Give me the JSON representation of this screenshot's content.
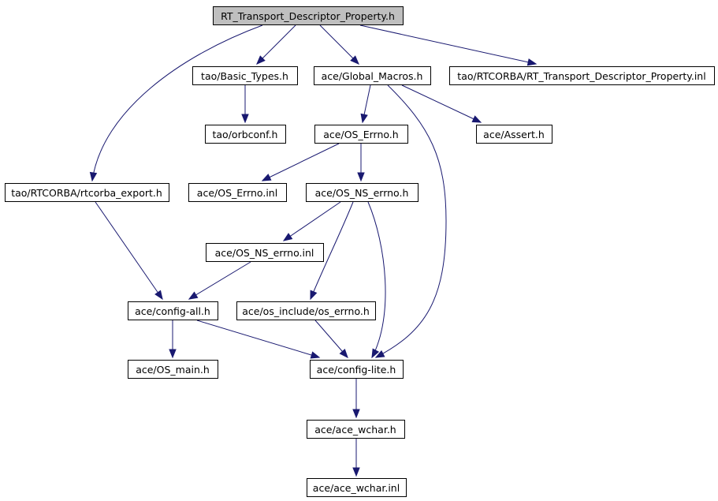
{
  "graph": {
    "edge_color": "#191970",
    "root_fill": "#bfbfbf",
    "nodes": [
      {
        "id": "n0",
        "label": "RT_Transport_Descriptor_Property.h"
      },
      {
        "id": "n1",
        "label": "tao/Basic_Types.h"
      },
      {
        "id": "n2",
        "label": "ace/Global_Macros.h"
      },
      {
        "id": "n3",
        "label": "tao/RTCORBA/RT_Transport_Descriptor_Property.inl"
      },
      {
        "id": "n4",
        "label": "tao/orbconf.h"
      },
      {
        "id": "n5",
        "label": "ace/OS_Errno.h"
      },
      {
        "id": "n6",
        "label": "ace/Assert.h"
      },
      {
        "id": "n7",
        "label": "tao/RTCORBA/rtcorba_export.h"
      },
      {
        "id": "n8",
        "label": "ace/OS_Errno.inl"
      },
      {
        "id": "n9",
        "label": "ace/OS_NS_errno.h"
      },
      {
        "id": "n10",
        "label": "ace/OS_NS_errno.inl"
      },
      {
        "id": "n11",
        "label": "ace/config-all.h"
      },
      {
        "id": "n12",
        "label": "ace/os_include/os_errno.h"
      },
      {
        "id": "n13",
        "label": "ace/OS_main.h"
      },
      {
        "id": "n14",
        "label": "ace/config-lite.h"
      },
      {
        "id": "n15",
        "label": "ace/ace_wchar.h"
      },
      {
        "id": "n16",
        "label": "ace/ace_wchar.inl"
      }
    ],
    "edges": [
      {
        "from": "n0",
        "to": "n1"
      },
      {
        "from": "n0",
        "to": "n2"
      },
      {
        "from": "n0",
        "to": "n3"
      },
      {
        "from": "n0",
        "to": "n7"
      },
      {
        "from": "n1",
        "to": "n4"
      },
      {
        "from": "n2",
        "to": "n5"
      },
      {
        "from": "n2",
        "to": "n6"
      },
      {
        "from": "n2",
        "to": "n14"
      },
      {
        "from": "n5",
        "to": "n8"
      },
      {
        "from": "n5",
        "to": "n9"
      },
      {
        "from": "n9",
        "to": "n10"
      },
      {
        "from": "n9",
        "to": "n12"
      },
      {
        "from": "n9",
        "to": "n14"
      },
      {
        "from": "n7",
        "to": "n11"
      },
      {
        "from": "n10",
        "to": "n11"
      },
      {
        "from": "n11",
        "to": "n13"
      },
      {
        "from": "n11",
        "to": "n14"
      },
      {
        "from": "n12",
        "to": "n14"
      },
      {
        "from": "n14",
        "to": "n15"
      },
      {
        "from": "n15",
        "to": "n16"
      }
    ]
  }
}
